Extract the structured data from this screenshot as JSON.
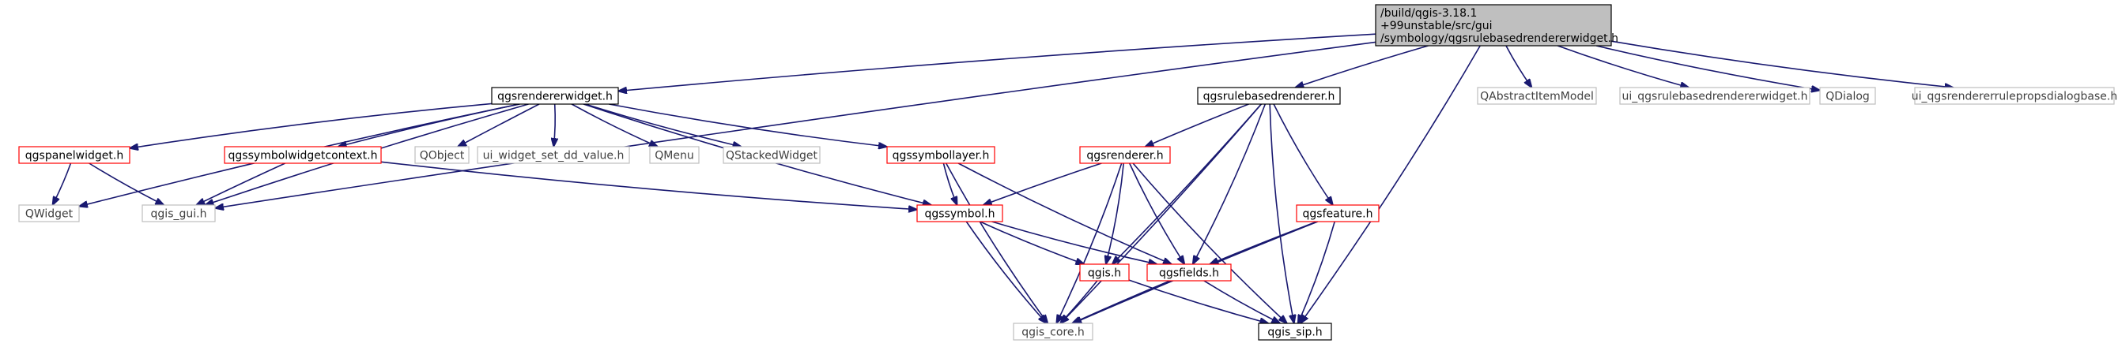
{
  "colors": {
    "edge": "#191970",
    "root_fill": "#bfbfbf",
    "root_stroke": "#000000",
    "documented_stroke": "#000000",
    "incomplete_stroke": "#ff0000",
    "external_stroke": "#bfbfbf",
    "external_text": "#404040"
  },
  "nodes": {
    "root": {
      "lines": [
        "/build/qgis-3.18.1",
        "+99unstable/src/gui",
        "/symbology/qgsrulebasedrendererwidget.h"
      ],
      "style": "root"
    },
    "rendererwidget": {
      "lines": [
        "qgsrendererwidget.h"
      ],
      "style": "documented"
    },
    "rulebasedrenderer": {
      "lines": [
        "qgsrulebasedrenderer.h"
      ],
      "style": "documented"
    },
    "qabstractitemmodel": {
      "lines": [
        "QAbstractItemModel"
      ],
      "style": "external"
    },
    "ui_rulebased": {
      "lines": [
        "ui_qgsrulebasedrendererwidget.h"
      ],
      "style": "external"
    },
    "qdialog": {
      "lines": [
        "QDialog"
      ],
      "style": "external"
    },
    "ui_ruleprops": {
      "lines": [
        "ui_qgsrendererrulepropsdialogbase.h"
      ],
      "style": "external"
    },
    "panelwidget": {
      "lines": [
        "qgspanelwidget.h"
      ],
      "style": "incomplete"
    },
    "symbolwidgetcontext": {
      "lines": [
        "qgssymbolwidgetcontext.h"
      ],
      "style": "incomplete"
    },
    "qobject": {
      "lines": [
        "QObject"
      ],
      "style": "external"
    },
    "ui_widget_set_dd": {
      "lines": [
        "ui_widget_set_dd_value.h"
      ],
      "style": "external"
    },
    "qmenu": {
      "lines": [
        "QMenu"
      ],
      "style": "external"
    },
    "qstackedwidget": {
      "lines": [
        "QStackedWidget"
      ],
      "style": "external"
    },
    "symbollayer": {
      "lines": [
        "qgssymbollayer.h"
      ],
      "style": "incomplete"
    },
    "renderer": {
      "lines": [
        "qgsrenderer.h"
      ],
      "style": "incomplete"
    },
    "feature": {
      "lines": [
        "qgsfeature.h"
      ],
      "style": "incomplete"
    },
    "qwidget": {
      "lines": [
        "QWidget"
      ],
      "style": "external"
    },
    "qgis_gui": {
      "lines": [
        "qgis_gui.h"
      ],
      "style": "external"
    },
    "symbol": {
      "lines": [
        "qgssymbol.h"
      ],
      "style": "incomplete"
    },
    "qgis": {
      "lines": [
        "qgis.h"
      ],
      "style": "incomplete"
    },
    "fields": {
      "lines": [
        "qgsfields.h"
      ],
      "style": "incomplete"
    },
    "qgis_core": {
      "lines": [
        "qgis_core.h"
      ],
      "style": "external"
    },
    "qgis_sip": {
      "lines": [
        "qgis_sip.h"
      ],
      "style": "documented"
    }
  },
  "edges": [
    [
      "root",
      "rendererwidget"
    ],
    [
      "root",
      "rulebasedrenderer"
    ],
    [
      "root",
      "qabstractitemmodel"
    ],
    [
      "root",
      "ui_rulebased"
    ],
    [
      "root",
      "qdialog"
    ],
    [
      "root",
      "ui_ruleprops"
    ],
    [
      "root",
      "qgis_gui"
    ],
    [
      "root",
      "qgis_sip"
    ],
    [
      "rendererwidget",
      "panelwidget"
    ],
    [
      "rendererwidget",
      "symbolwidgetcontext"
    ],
    [
      "rendererwidget",
      "qobject"
    ],
    [
      "rendererwidget",
      "ui_widget_set_dd"
    ],
    [
      "rendererwidget",
      "qmenu"
    ],
    [
      "rendererwidget",
      "qstackedwidget"
    ],
    [
      "rendererwidget",
      "symbollayer"
    ],
    [
      "rendererwidget",
      "qwidget"
    ],
    [
      "rendererwidget",
      "qgis_gui"
    ],
    [
      "rendererwidget",
      "symbol"
    ],
    [
      "panelwidget",
      "qwidget"
    ],
    [
      "panelwidget",
      "qgis_gui"
    ],
    [
      "symbolwidgetcontext",
      "qgis_gui"
    ],
    [
      "symbolwidgetcontext",
      "symbol"
    ],
    [
      "symbollayer",
      "symbol"
    ],
    [
      "symbollayer",
      "fields"
    ],
    [
      "symbollayer",
      "qgis_core"
    ],
    [
      "rulebasedrenderer",
      "renderer"
    ],
    [
      "rulebasedrenderer",
      "feature"
    ],
    [
      "rulebasedrenderer",
      "qgis"
    ],
    [
      "rulebasedrenderer",
      "fields"
    ],
    [
      "rulebasedrenderer",
      "qgis_core"
    ],
    [
      "rulebasedrenderer",
      "qgis_sip"
    ],
    [
      "renderer",
      "symbol"
    ],
    [
      "renderer",
      "qgis"
    ],
    [
      "renderer",
      "fields"
    ],
    [
      "renderer",
      "qgis_core"
    ],
    [
      "renderer",
      "qgis_sip"
    ],
    [
      "feature",
      "fields"
    ],
    [
      "feature",
      "qgis_core"
    ],
    [
      "feature",
      "qgis_sip"
    ],
    [
      "symbol",
      "qgis"
    ],
    [
      "symbol",
      "fields"
    ],
    [
      "symbol",
      "qgis_core"
    ],
    [
      "qgis",
      "qgis_core"
    ],
    [
      "qgis",
      "qgis_sip"
    ],
    [
      "fields",
      "qgis_core"
    ],
    [
      "fields",
      "qgis_sip"
    ]
  ]
}
